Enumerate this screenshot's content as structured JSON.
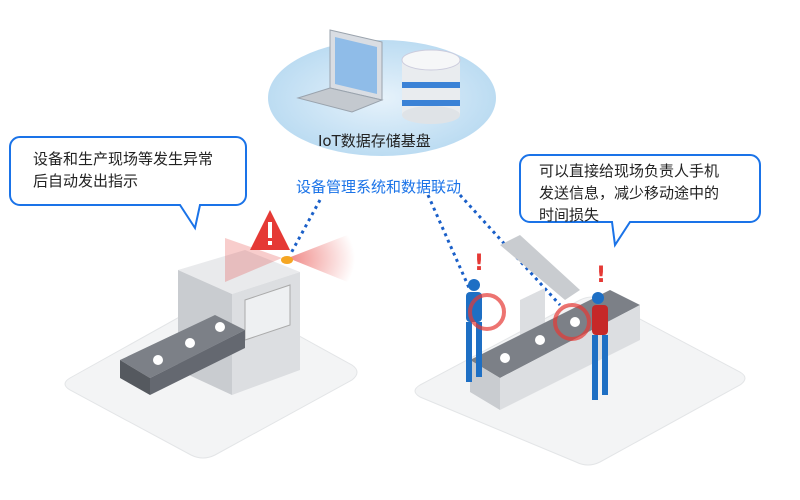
{
  "cloud": {
    "label": "IoT数据存储基盘"
  },
  "link": {
    "label": "设备管理系统和数据联动"
  },
  "left_bubble": {
    "lines": [
      "设备和生产现场等发生异常",
      "后自动发出指示"
    ]
  },
  "right_bubble": {
    "lines": [
      "可以直接给现场负责人手机",
      "发送信息，减少移动途中的",
      "时间损失"
    ]
  },
  "colors": {
    "accent": "#1a73e8",
    "bubble_border": "#1a73e8",
    "alert": "#e53935",
    "cloud": "#cfe6f7"
  }
}
